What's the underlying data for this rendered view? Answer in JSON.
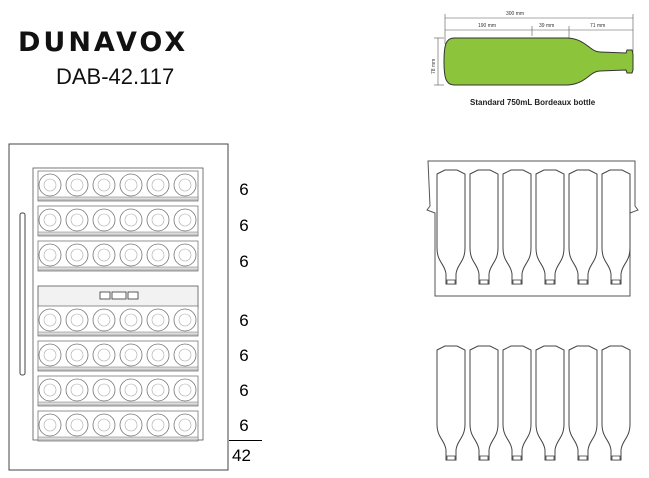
{
  "header": {
    "brand": "DUNAVOX",
    "model": "DAB-42.117"
  },
  "bottle": {
    "caption": "Standard 750mL Bordeaux bottle",
    "dim_total": "300 mm",
    "dim_body": "190 mm",
    "dim_shoulder": "39 mm",
    "dim_neck": "71 mm",
    "dim_height": "78 mm",
    "fill_color": "#8cc43c"
  },
  "shelves": {
    "counts": [
      "6",
      "6",
      "6",
      "6",
      "6",
      "6",
      "6"
    ],
    "total": "42"
  }
}
